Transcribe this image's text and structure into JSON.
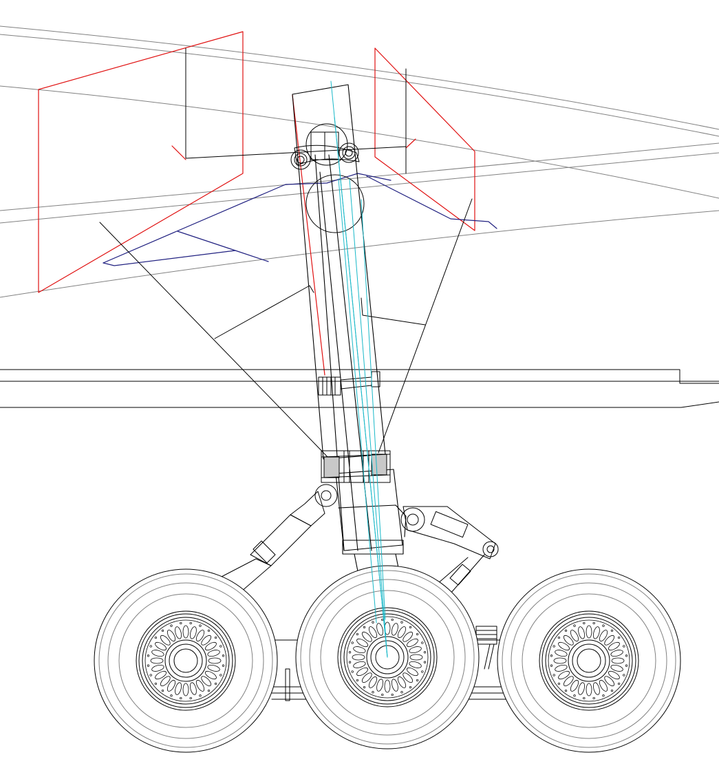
{
  "colors": {
    "line": "#000000",
    "construction": "#808080",
    "envelope": "#e01010",
    "axis": "#18b8c8",
    "bay": "#202080",
    "hatch": "#c8c8c8",
    "background": "#ffffff"
  },
  "drawing": {
    "subject": "main-landing-gear-side-elevation",
    "wheel_count": 3,
    "hub_slot_count": 24
  }
}
